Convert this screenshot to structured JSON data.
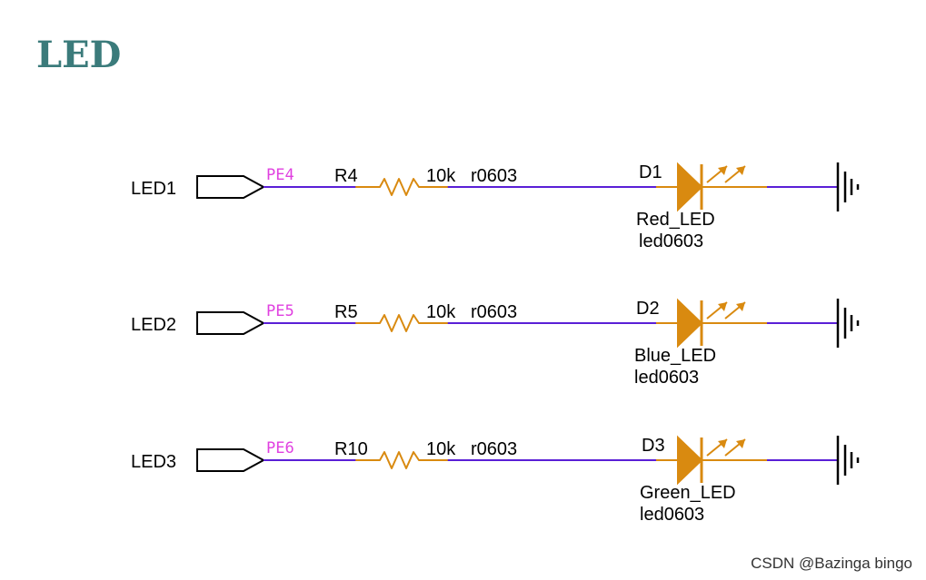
{
  "title": "LED",
  "watermark": "CSDN @Bazinga bingo",
  "colors": {
    "title": "#3b7b7b",
    "wire": "#5a1fd6",
    "component": "#d98a10",
    "pin_label": "#e040e0",
    "outline": "#000000",
    "text": "#000000"
  },
  "channels": [
    {
      "net_port": "LED1",
      "pin": "PE4",
      "resistor_ref": "R4",
      "resistor_value": "10k",
      "resistor_footprint": "r0603",
      "diode_ref": "D1",
      "diode_value": "Red_LED",
      "diode_footprint": "led0603"
    },
    {
      "net_port": "LED2",
      "pin": "PE5",
      "resistor_ref": "R5",
      "resistor_value": "10k",
      "resistor_footprint": "r0603",
      "diode_ref": "D2",
      "diode_value": "Blue_LED",
      "diode_footprint": "led0603"
    },
    {
      "net_port": "LED3",
      "pin": "PE6",
      "resistor_ref": "R10",
      "resistor_value": "10k",
      "resistor_footprint": "r0603",
      "diode_ref": "D3",
      "diode_value": "Green_LED",
      "diode_footprint": "led0603"
    }
  ]
}
